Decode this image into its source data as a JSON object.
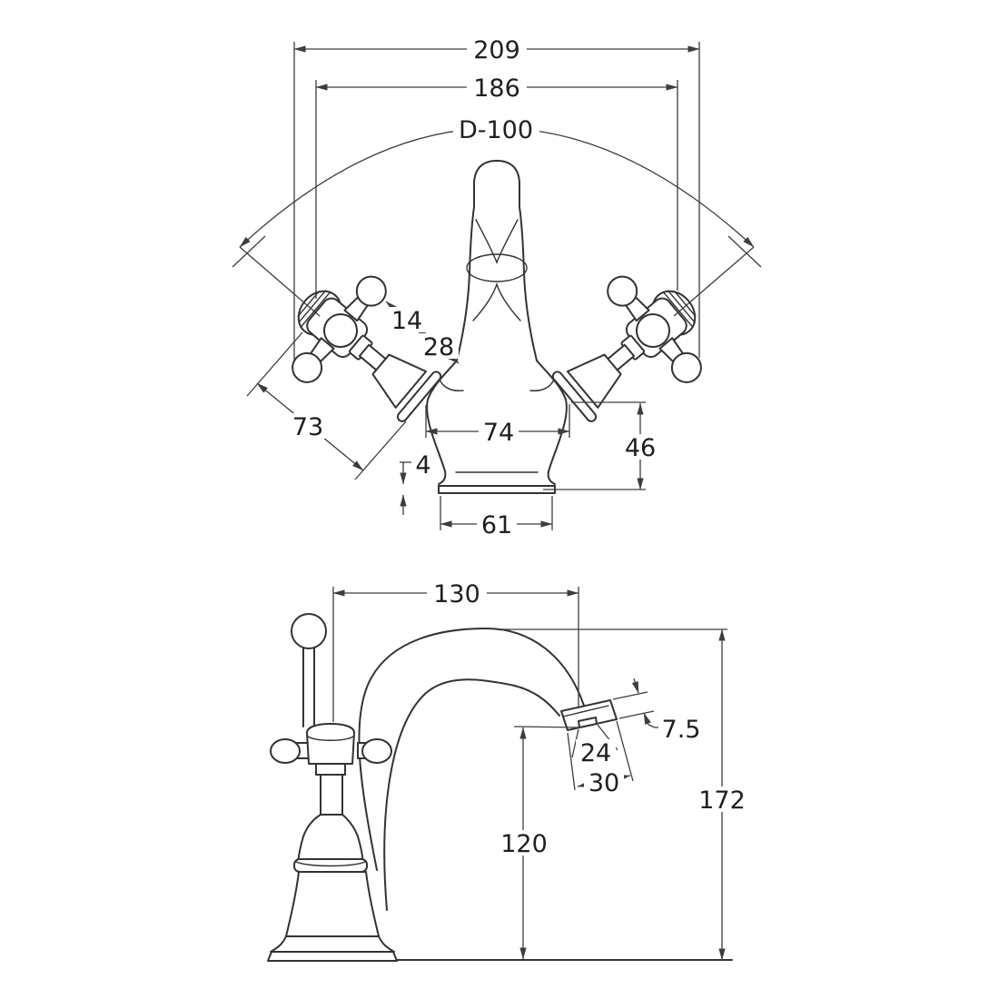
{
  "drawing": {
    "background": "#ffffff",
    "line_color": "#333333",
    "dimension_color": "#3d3d3d",
    "front_view": {
      "dims": {
        "overall_width": "209",
        "handle_outer_width": "186",
        "handle_swing_diameter": "D-100",
        "handle_stem": "14",
        "handle_cone": "28",
        "handle_length": "73",
        "body_top_width": "74",
        "body_height": "46",
        "base_plate_thickness": "4",
        "base_width": "61"
      }
    },
    "side_view": {
      "dims": {
        "spout_reach": "130",
        "spout_tip_thickness": "7.5",
        "aerator_width": "24",
        "spout_end_width": "30",
        "spout_outlet_height": "120",
        "overall_height": "172"
      }
    }
  }
}
